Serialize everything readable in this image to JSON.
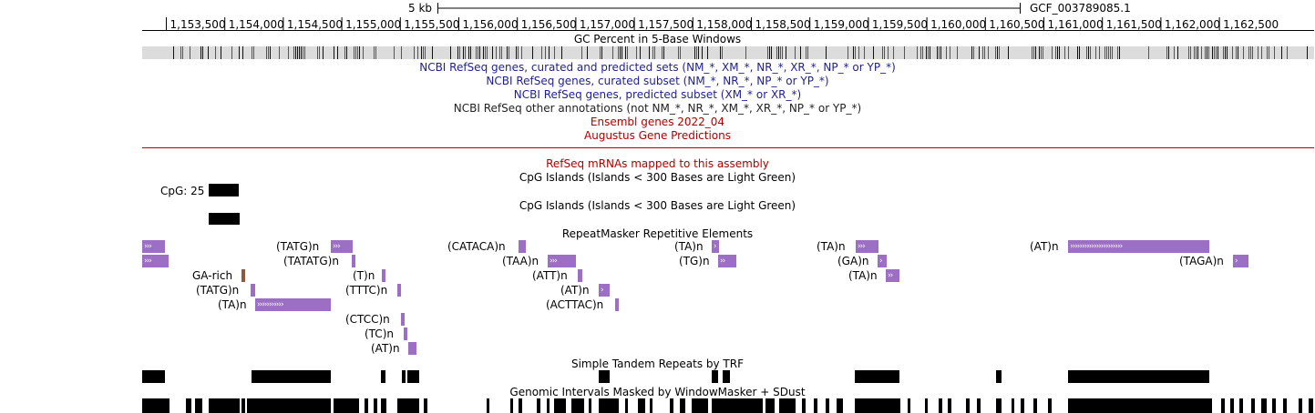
{
  "ruler": {
    "scale_label": "5 kb",
    "assembly_label": "GCF_003789085.1",
    "ticks": [
      "1,153,500",
      "1,154,000",
      "1,154,500",
      "1,155,000",
      "1,155,500",
      "1,156,000",
      "1,156,500",
      "1,157,000",
      "1,157,500",
      "1,158,000",
      "1,158,500",
      "1,159,000",
      "1,159,500",
      "1,160,000",
      "1,160,500",
      "1,161,000",
      "1,161,500",
      "1,162,000",
      "1,162,500"
    ]
  },
  "tracks": {
    "gc_percent": "GC Percent in 5-Base Windows",
    "refseq_all": "NCBI RefSeq genes, curated and predicted sets (NM_*, XM_*, NR_*, XR_*, NP_* or YP_*)",
    "refseq_curated": "NCBI RefSeq genes, curated subset (NM_*, NR_*, NP_* or YP_*)",
    "refseq_predicted": "NCBI RefSeq genes, predicted subset (XM_* or XR_*)",
    "refseq_other": "NCBI RefSeq other annotations (not NM_*, NR_*, XM_*, XR_*, NP_* or YP_*)",
    "ensembl": "Ensembl genes 2022_04",
    "augustus": "Augustus Gene Predictions",
    "refseq_mrnas": "RefSeq mRNAs mapped to this assembly",
    "cpg1": "CpG Islands (Islands < 300 Bases are Light Green)",
    "cpg2": "CpG Islands (Islands < 300 Bases are Light Green)",
    "repeatmasker": "RepeatMasker Repetitive Elements",
    "trf": "Simple Tandem Repeats by TRF",
    "windowmasker": "Genomic Intervals Masked by WindowMasker + SDust"
  },
  "cpg_label": "CpG: 25",
  "colors": {
    "refseq_blue": "#1f1f8f",
    "red": "#b00000",
    "repeat_purple": "#9c6fc4",
    "ga_rich_brown": "#8b5a3c"
  },
  "repeats": [
    {
      "label": "",
      "arrows": "›››"
    },
    {
      "label": "(TATG)n",
      "arrows": "›››"
    },
    {
      "label": "(CATACA)n",
      "arrows": ""
    },
    {
      "label": "(TA)n",
      "arrows": "›"
    },
    {
      "label": "(TA)n",
      "arrows": "›››"
    },
    {
      "label": "(AT)n",
      "arrows": "››››››››››››››››››››››"
    },
    {
      "label": "",
      "arrows": "›››"
    },
    {
      "label": "(TATATG)n",
      "arrows": ""
    },
    {
      "label": "(TAA)n",
      "arrows": "›››"
    },
    {
      "label": "(TG)n",
      "arrows": "››"
    },
    {
      "label": "(GA)n",
      "arrows": "›"
    },
    {
      "label": "(TAGA)n",
      "arrows": "›"
    },
    {
      "label": "GA-rich",
      "arrows": ""
    },
    {
      "label": "(T)n",
      "arrows": ""
    },
    {
      "label": "(ATT)n",
      "arrows": ""
    },
    {
      "label": "(TA)n",
      "arrows": "››"
    },
    {
      "label": "(TATG)n",
      "arrows": ""
    },
    {
      "label": "(TTTC)n",
      "arrows": ""
    },
    {
      "label": "(AT)n",
      "arrows": "›"
    },
    {
      "label": "(TA)n",
      "arrows": "›››››››››››"
    },
    {
      "label": "(ACTTAC)n",
      "arrows": ""
    },
    {
      "label": "(CTCC)n",
      "arrows": ""
    },
    {
      "label": "(TC)n",
      "arrows": ""
    },
    {
      "label": "(AT)n",
      "arrows": ""
    }
  ]
}
